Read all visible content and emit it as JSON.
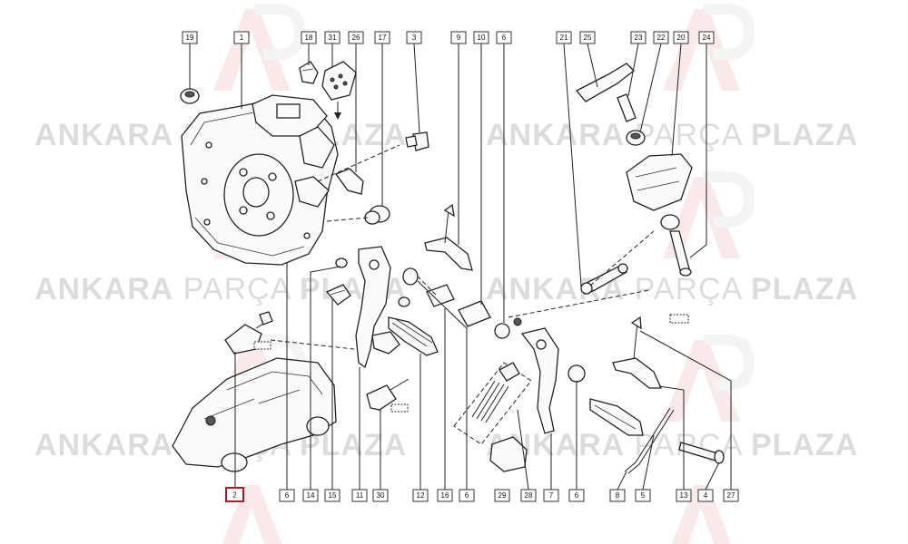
{
  "watermark": {
    "brand_bold": "ANKARA",
    "brand_light": "PARÇA",
    "brand_bold2": "PLAZA"
  },
  "callouts": {
    "top": [
      "19",
      "1",
      "18",
      "31",
      "26",
      "17",
      "3",
      "9",
      "10",
      "6",
      "21",
      "25",
      "23",
      "22",
      "20",
      "24"
    ],
    "bottom": [
      "2",
      "6",
      "14",
      "15",
      "11",
      "30",
      "12",
      "16",
      "6",
      "29",
      "28",
      "7",
      "6",
      "8",
      "5",
      "13",
      "4",
      "27"
    ]
  },
  "selected_callout": "2",
  "colors": {
    "selected": "#c1121f",
    "watermark": "#dcdcdc",
    "lines": "#222222"
  }
}
